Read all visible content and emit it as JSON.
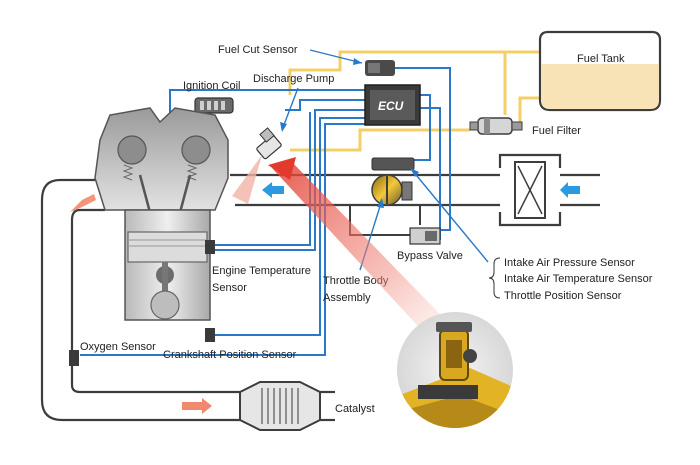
{
  "labels": {
    "fuel_cut_sensor": "Fuel Cut Sensor",
    "fuel_tank": "Fuel Tank",
    "ignition_coil": "Ignition Coil",
    "discharge_pump": "Discharge Pump",
    "ecu": "ECU",
    "fuel_filter": "Fuel Filter",
    "engine_temp_line1": "Engine Temperature",
    "engine_temp_line2": "Sensor",
    "throttle_body_line1": "Throttle Body",
    "throttle_body_line2": "Assembly",
    "bypass_valve": "Bypass Valve",
    "intake_pressure": "Intake Air Pressure Sensor",
    "intake_temp": "Intake Air Temperature Sensor",
    "throttle_position": "Throttle Position Sensor",
    "oxygen_sensor": "Oxygen Sensor",
    "crankshaft_sensor": "Crankshaft Position Sensor",
    "catalyst": "Catalyst"
  },
  "colors": {
    "signal_wire": "#2a78c8",
    "fuel_line": "#f3cf6a",
    "pipe": "#3d3d3d",
    "engine_body": "#c9c9c9",
    "flow_arrow_in": "#2a9be0",
    "flow_arrow_out": "#f08a6e",
    "spray": "#e23b2e",
    "fuel_level": "#f7e3b5"
  }
}
